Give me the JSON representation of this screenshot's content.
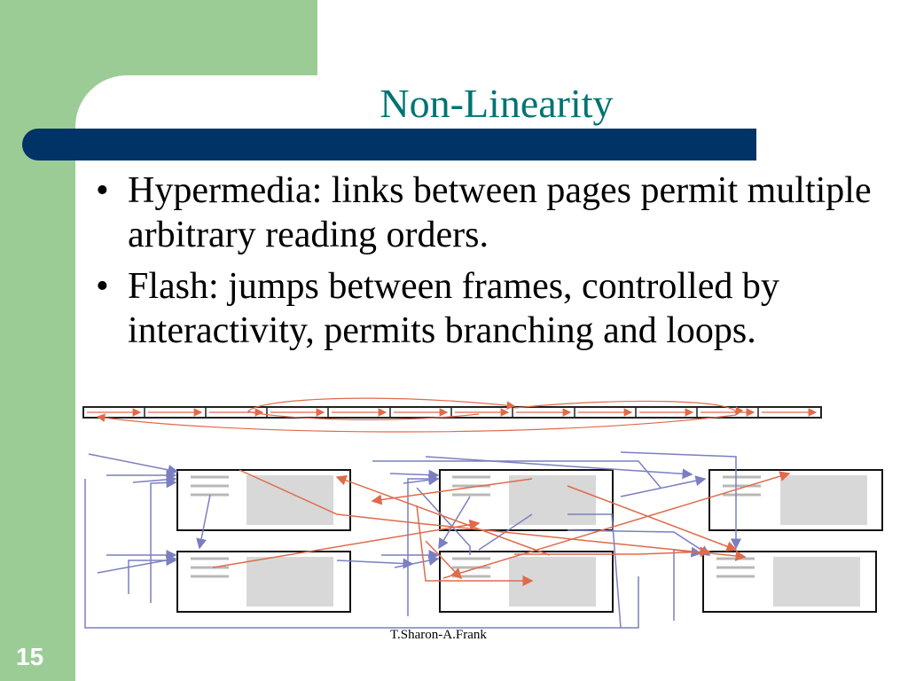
{
  "slide": {
    "title": "Non-Linearity",
    "bullets": [
      "Hypermedia: links between pages permit multiple arbitrary reading orders.",
      "Flash: jumps between frames, controlled by interactivity, permits branching and loops."
    ],
    "bullet_symbol": "•",
    "footer": "T.Sharon-A.Frank",
    "slide_number": "15"
  },
  "colors": {
    "accent_green": "#9ccc95",
    "title_bar": "#003366",
    "title_text": "#007373",
    "arrow_red": "#e06a4a",
    "arrow_blue": "#7b7fc0"
  },
  "diagram": {
    "frame_count": 12,
    "page_count": 6
  }
}
